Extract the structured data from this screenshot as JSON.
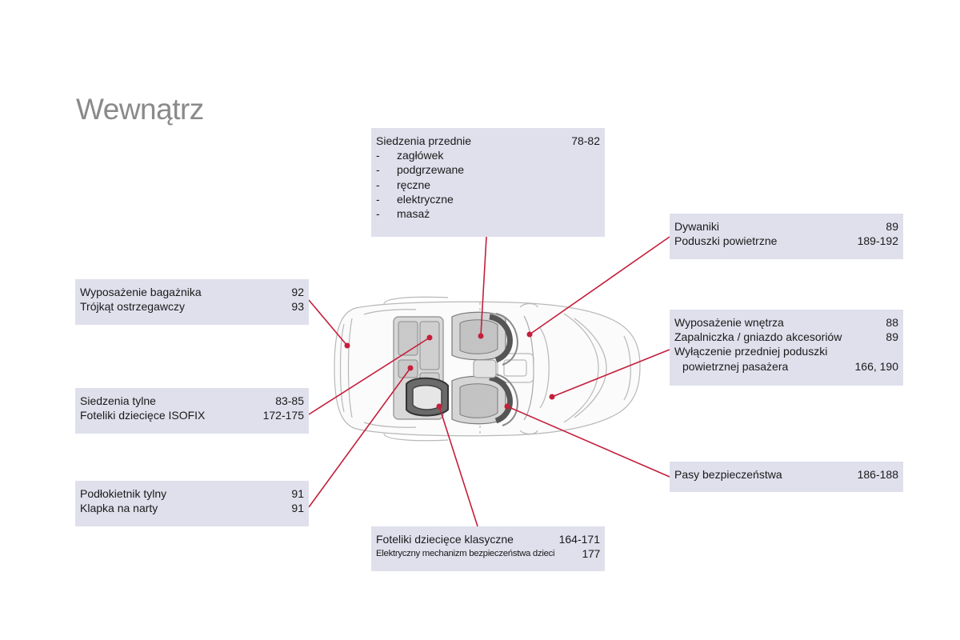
{
  "title": "Wewnątrz",
  "colors": {
    "box_bg": "#dfe0ec",
    "leader": "#c41f3b",
    "title": "#8a8a8a"
  },
  "boxes": {
    "front_seats": {
      "heading": {
        "label": "Siedzenia przednie",
        "pages": "78-82"
      },
      "items": [
        "zagłówek",
        "podgrzewane",
        "ręczne",
        "elektryczne",
        "masaż"
      ],
      "bullet": "-"
    },
    "mats": {
      "rows": [
        {
          "label": "Dywaniki",
          "pages": "89"
        },
        {
          "label": "Poduszki powietrzne",
          "pages": "189-192"
        }
      ]
    },
    "boot": {
      "rows": [
        {
          "label": "Wyposażenie bagażnika",
          "pages": "92"
        },
        {
          "label": "Trójkąt ostrzegawczy",
          "pages": "93"
        }
      ]
    },
    "interior": {
      "rows": [
        {
          "label": "Wyposażenie wnętrza",
          "pages": "88"
        },
        {
          "label": "Zapalniczka / gniazdo akcesoriów",
          "pages": "89"
        },
        {
          "label": "Wyłączenie przedniej poduszki",
          "pages": ""
        },
        {
          "label": "powietrznej pasażera",
          "pages": "166, 190"
        }
      ]
    },
    "rear_seats": {
      "rows": [
        {
          "label": "Siedzenia tylne",
          "pages": "83-85"
        },
        {
          "label": "Foteliki dziecięce ISOFIX",
          "pages": "172-175"
        }
      ]
    },
    "belts": {
      "rows": [
        {
          "label": "Pasy bezpieczeństwa",
          "pages": "186-188"
        }
      ]
    },
    "armrest": {
      "rows": [
        {
          "label": "Podłokietnik tylny",
          "pages": "91"
        },
        {
          "label": "Klapka na narty",
          "pages": "91"
        }
      ]
    },
    "child_seats": {
      "rows": [
        {
          "label": "Foteliki dziecięce klasyczne",
          "pages": "164-171"
        },
        {
          "label": "Elektryczny mechanizm bezpieczeństwa dzieci",
          "pages": "177"
        }
      ]
    }
  }
}
